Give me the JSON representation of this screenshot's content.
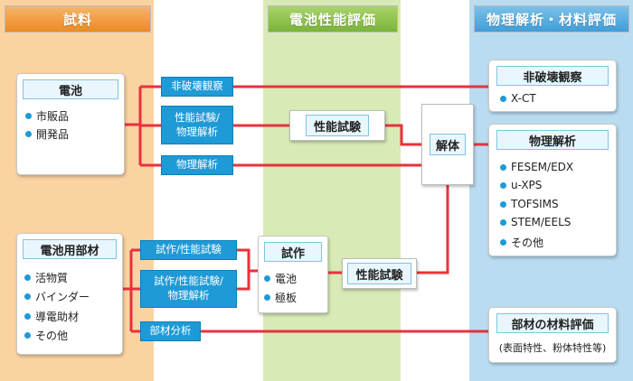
{
  "columns": {
    "samples": {
      "title": "試料",
      "bg": "#fbd3a2",
      "head": "#f29a3c"
    },
    "battery_eval": {
      "title": "電池性能評価",
      "bg": "#d8eab6",
      "head": "#8cc24a"
    },
    "analysis": {
      "title": "物理解析・材料評価",
      "bg": "#b9dcf1",
      "head": "#5aaede"
    }
  },
  "samples": {
    "battery": {
      "title": "電池",
      "items": [
        "市販品",
        "開発品"
      ]
    },
    "materials": {
      "title": "電池用部材",
      "items": [
        "活物質",
        "バインダー",
        "導電助材",
        "その他"
      ]
    }
  },
  "links": {
    "nondestructive": "非破壊観察",
    "perf_phys_1": "性能試験/",
    "perf_phys_2": "物理解析",
    "phys": "物理解析",
    "trial_perf": "試作/性能試験",
    "trial_perf_phys_1": "試作/性能試験/",
    "trial_perf_phys_2": "物理解析",
    "material_analysis": "部材分析"
  },
  "battery_eval": {
    "perf_test_top": "性能試験",
    "disassembly": "解体",
    "trial": {
      "title": "試作",
      "items": [
        "電池",
        "極板"
      ]
    },
    "perf_test_bottom": "性能試験"
  },
  "analysis": {
    "nondestructive": {
      "title": "非破壊観察",
      "items": [
        "X-CT"
      ]
    },
    "physical": {
      "title": "物理解析",
      "items": [
        "FESEM/EDX",
        "u-XPS",
        "TOFSIMS",
        "STEM/EELS",
        "その他"
      ]
    },
    "material_eval": {
      "title": "部材の材料評価",
      "note": "(表面特性、粉体特性等)"
    }
  },
  "colors": {
    "line": "#e8323c",
    "accent": "#1e9ad6"
  }
}
